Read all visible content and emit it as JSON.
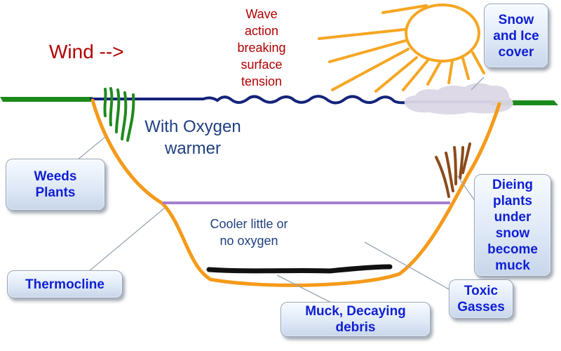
{
  "labels": {
    "wind": "Wind -->",
    "wave_action": [
      "Wave",
      "action",
      "breaking",
      "surface",
      "tension"
    ],
    "with_oxygen": [
      "With Oxygen",
      "warmer"
    ],
    "cooler": [
      "Cooler little or",
      "no oxygen"
    ]
  },
  "callouts": {
    "snow_ice": [
      "Snow",
      "and Ice",
      "cover"
    ],
    "weeds_plants": [
      "Weeds",
      "Plants"
    ],
    "dieing_plants": [
      "Dieing",
      "plants",
      "under",
      "snow",
      "become",
      "muck"
    ],
    "thermocline": [
      "Thermocline"
    ],
    "toxic_gasses": [
      "Toxic",
      "Gasses"
    ],
    "muck_debris": [
      "Muck, Decaying",
      "debris"
    ]
  },
  "colors": {
    "ground": "#1a8a1a",
    "water_surface": "#14237a",
    "lake_bed": "#f59a1a",
    "sun": "#f5a623",
    "thermocline": "#a57fcf",
    "muck": "#111111",
    "dead_plants": "#8b4a1a",
    "weeds": "#1e8a1e",
    "snow": "#dcd7e6",
    "wind_text": "#b00000",
    "body_text": "#1f3f80",
    "callout_text": "#0f1fd4"
  }
}
